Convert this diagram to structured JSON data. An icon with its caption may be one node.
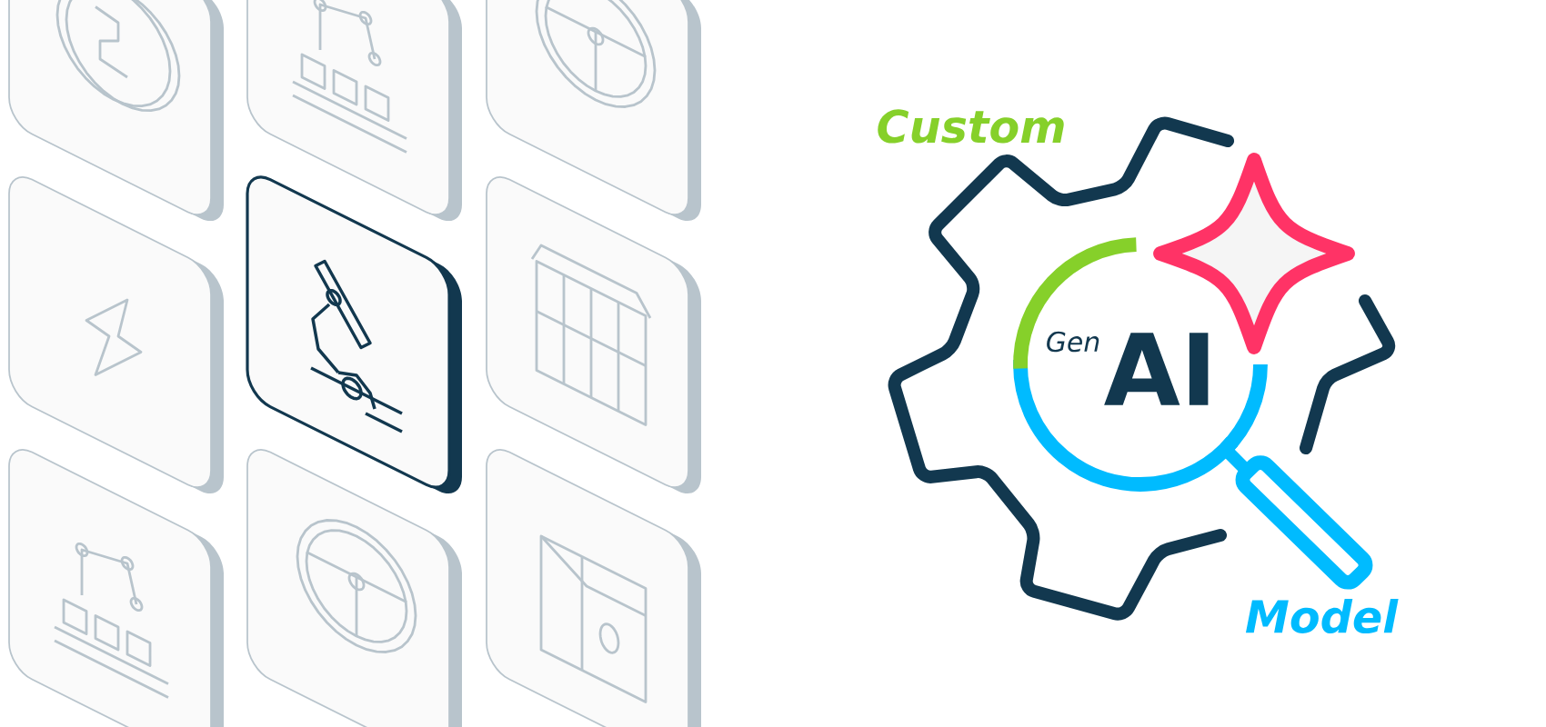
{
  "diagram": {
    "labels": [
      "Custom",
      "Gen",
      "AI",
      "Model"
    ]
  }
}
